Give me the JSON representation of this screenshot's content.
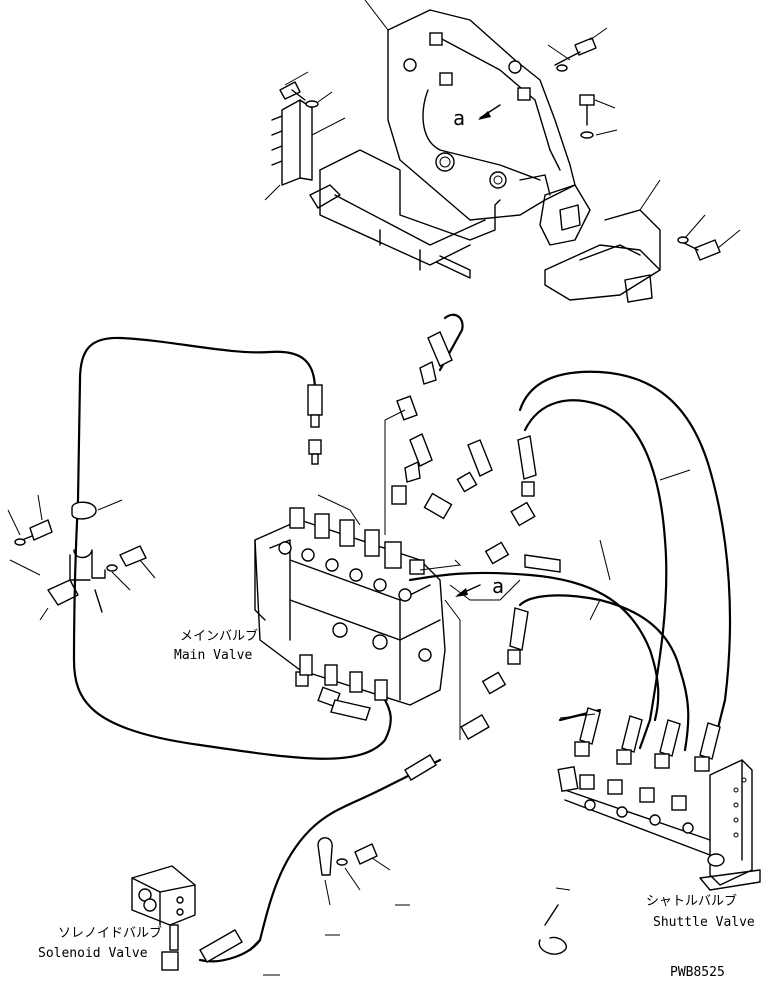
{
  "labels": {
    "main_valve_jp": "メインバルブ",
    "main_valve_en": "Main Valve",
    "solenoid_valve_jp": "ソレノイドバルブ",
    "solenoid_valve_en": "Solenoid Valve",
    "shuttle_valve_jp": "シャトルバルブ",
    "shuttle_valve_en": "Shuttle Valve",
    "view_a_top": "a",
    "view_a_mid": "a",
    "drawing_number": "PWB8525"
  }
}
